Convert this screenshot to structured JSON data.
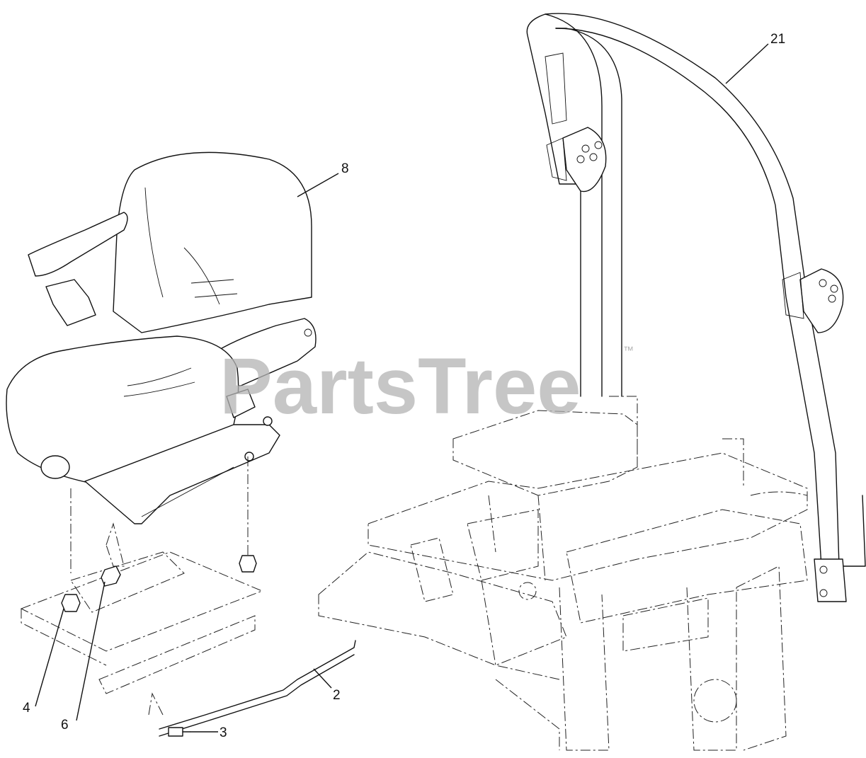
{
  "watermark": {
    "text": "PartsTree",
    "trademark": "™"
  },
  "callouts": [
    {
      "id": "21",
      "label": "21"
    },
    {
      "id": "8",
      "label": "8"
    },
    {
      "id": "2",
      "label": "2"
    },
    {
      "id": "4",
      "label": "4"
    },
    {
      "id": "6",
      "label": "6"
    },
    {
      "id": "3",
      "label": "3"
    }
  ]
}
